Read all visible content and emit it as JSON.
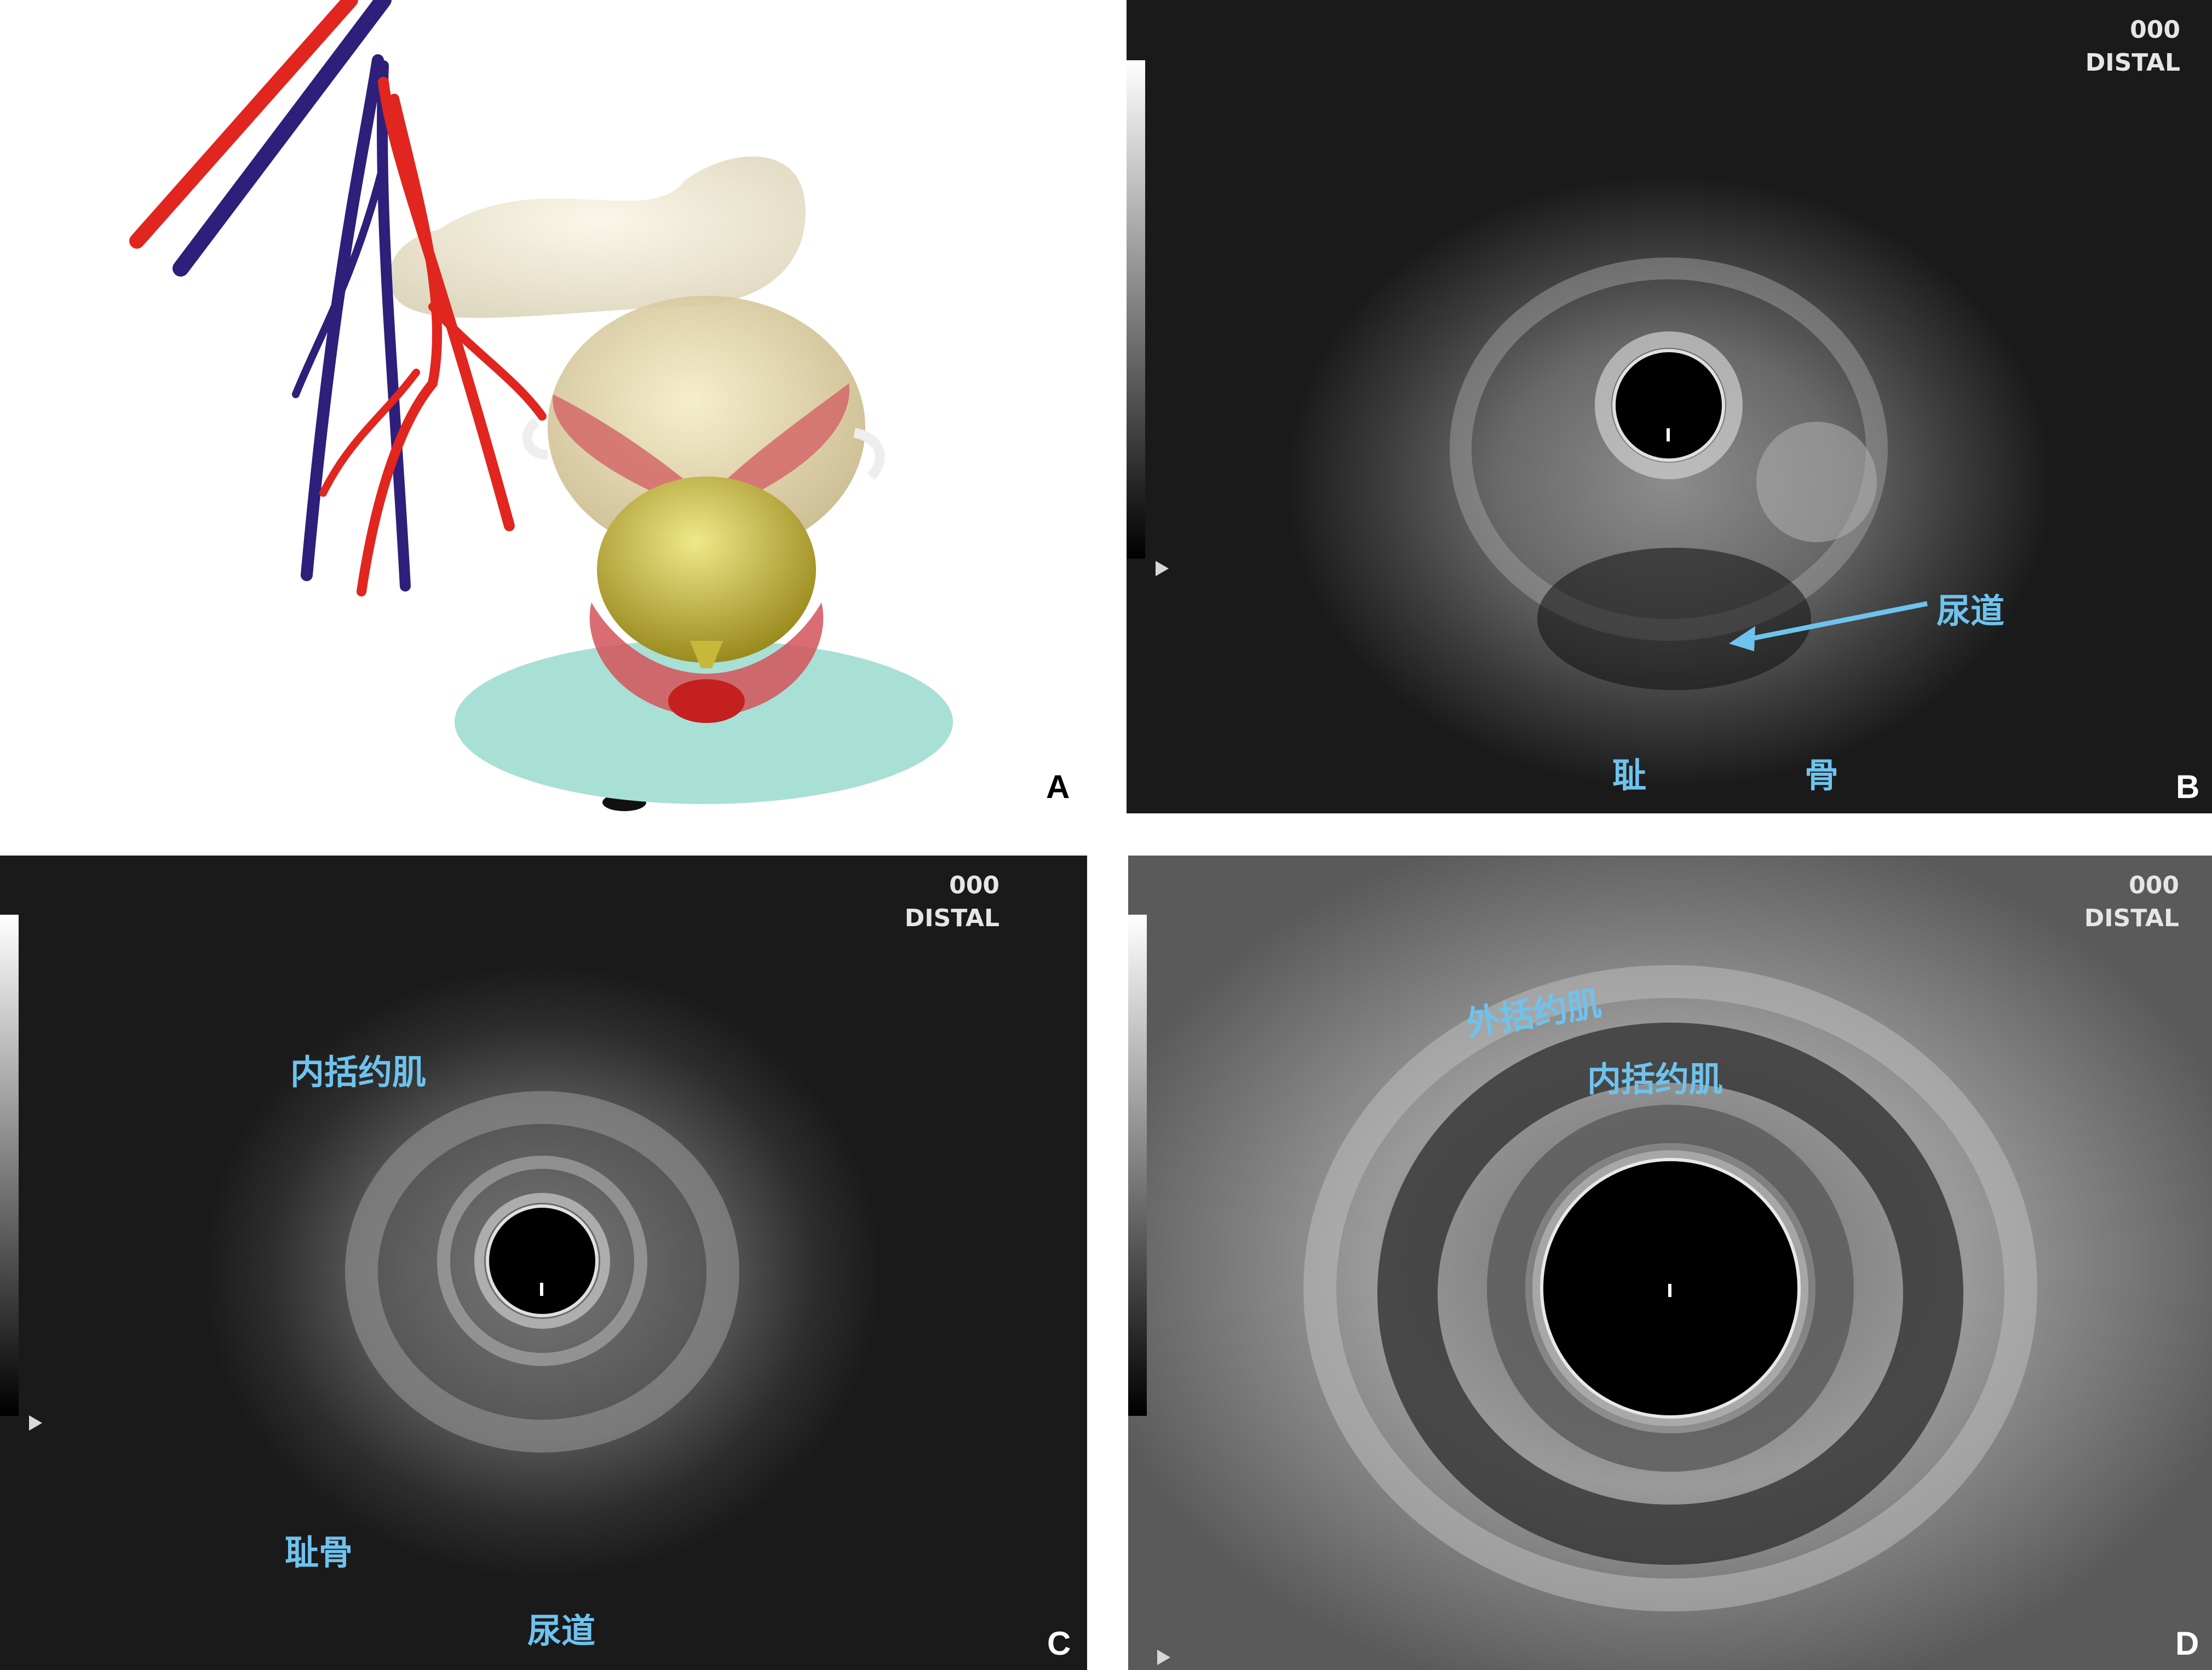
{
  "panels": {
    "a": {
      "letter": "A"
    },
    "b": {
      "letter": "B",
      "hud": {
        "line1": "000",
        "line2": "DISTAL"
      },
      "labels": {
        "urethra": "尿道",
        "pubic_left": "耻",
        "pubic_right": "骨"
      }
    },
    "c": {
      "letter": "C",
      "hud": {
        "line1": "000",
        "line2": "DISTAL"
      },
      "labels": {
        "internal_sphincter": "内括约肌",
        "pubic_bone": "耻骨",
        "urethra": "尿道"
      }
    },
    "d": {
      "letter": "D",
      "hud": {
        "line1": "000",
        "line2": "DISTAL"
      },
      "labels": {
        "external_sphincter": "外括约肌",
        "internal_sphincter": "内括约肌"
      }
    }
  },
  "colors": {
    "label_text": "#6ec3ee",
    "artery": "#e0261f",
    "vein": "#2e1f7a",
    "ground_disc": "#a8e0d6"
  }
}
